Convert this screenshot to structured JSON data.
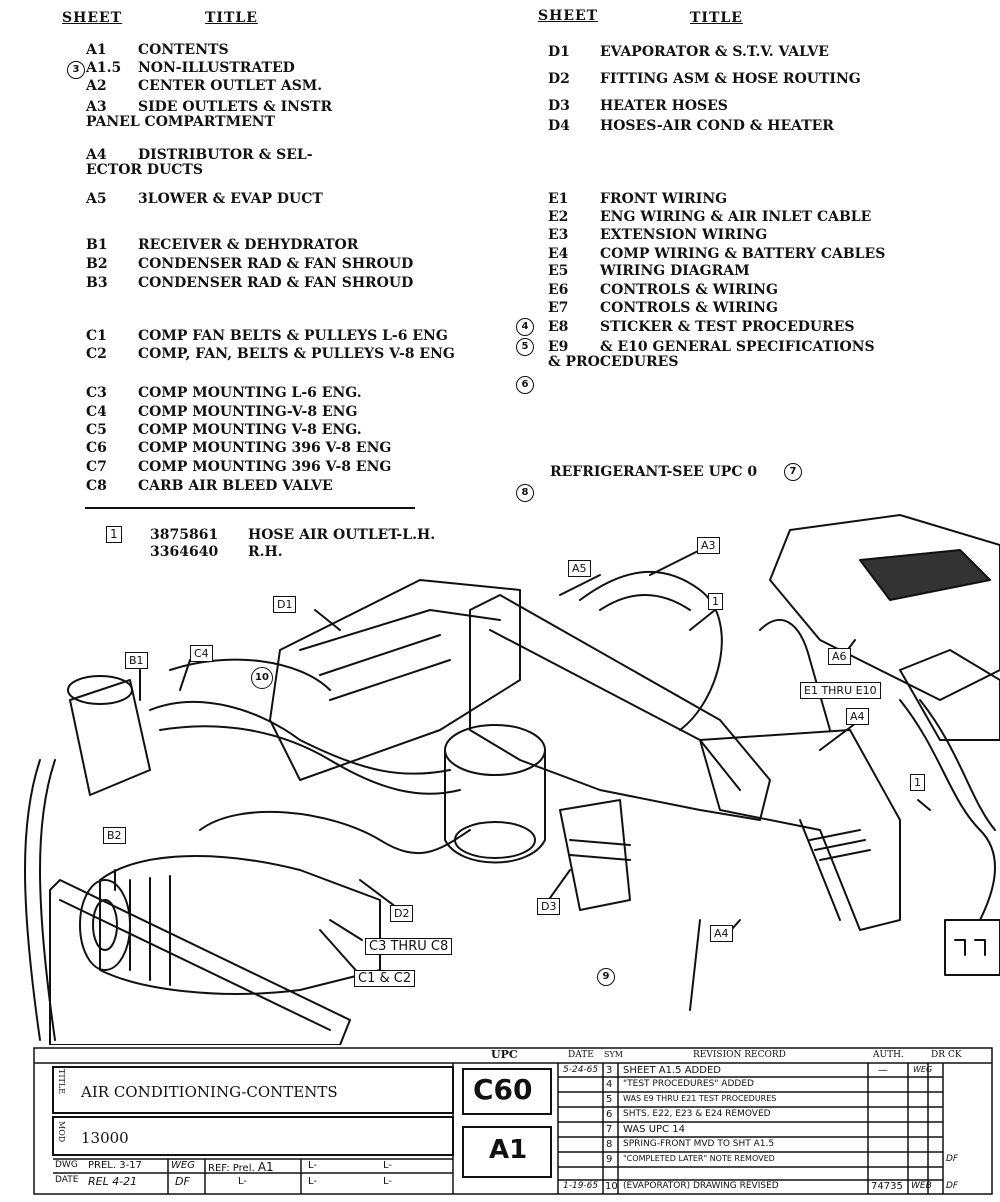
{
  "header": {
    "sheet": "SHEET",
    "title": "TITLE"
  },
  "left_list": [
    {
      "sheet": "A1",
      "title": "CONTENTS"
    },
    {
      "sheet": "A1.5",
      "title": "NON-ILLUSTRATED",
      "circle": "3"
    },
    {
      "sheet": "A2",
      "title": "CENTER OUTLET ASM."
    },
    {
      "sheet": "A3",
      "title": "SIDE OUTLETS & INSTR\nPANEL COMPARTMENT"
    },
    {
      "sheet": "A4",
      "title": "DISTRIBUTOR & SEL-\nECTOR DUCTS"
    },
    {
      "sheet": "A5",
      "title": "3LOWER & EVAP DUCT"
    },
    {
      "sheet": "B1",
      "title": "RECEIVER & DEHYDRATOR"
    },
    {
      "sheet": "B2",
      "title": "CONDENSER RAD & FAN SHROUD"
    },
    {
      "sheet": "B3",
      "title": "CONDENSER RAD & FAN SHROUD"
    },
    {
      "sheet": "C1",
      "title": "COMP FAN BELTS & PULLEYS L-6 ENG"
    },
    {
      "sheet": "C2",
      "title": "COMP, FAN, BELTS & PULLEYS V-8 ENG"
    },
    {
      "sheet": "C3",
      "title": "COMP MOUNTING L-6 ENG."
    },
    {
      "sheet": "C4",
      "title": "COMP MOUNTING-V-8 ENG"
    },
    {
      "sheet": "C5",
      "title": "COMP MOUNTING V-8 ENG."
    },
    {
      "sheet": "C6",
      "title": "COMP MOUNTING 396 V-8 ENG"
    },
    {
      "sheet": "C7",
      "title": "COMP MOUNTING 396 V-8 ENG"
    },
    {
      "sheet": "C8",
      "title": "CARB AIR BLEED VALVE"
    }
  ],
  "right_list": [
    {
      "sheet": "D1",
      "title": "EVAPORATOR & S.T.V. VALVE"
    },
    {
      "sheet": "D2",
      "title": "FITTING ASM & HOSE ROUTING"
    },
    {
      "sheet": "D3",
      "title": "HEATER HOSES"
    },
    {
      "sheet": "D4",
      "title": "HOSES-AIR COND & HEATER"
    },
    {
      "sheet": "E1",
      "title": "FRONT WIRING"
    },
    {
      "sheet": "E2",
      "title": "ENG WIRING & AIR INLET CABLE"
    },
    {
      "sheet": "E3",
      "title": "EXTENSION WIRING"
    },
    {
      "sheet": "E4",
      "title": "COMP WIRING & BATTERY CABLES"
    },
    {
      "sheet": "E5",
      "title": "WIRING DIAGRAM"
    },
    {
      "sheet": "E6",
      "title": "CONTROLS & WIRING"
    },
    {
      "sheet": "E7",
      "title": "CONTROLS & WIRING"
    },
    {
      "sheet": "E8",
      "title": "STICKER & TEST PROCEDURES",
      "circle": "4"
    },
    {
      "sheet": "E9",
      "title": "& E10 GENERAL SPECIFICATIONS\n& PROCEDURES",
      "circle": "5"
    }
  ],
  "circle6": "6",
  "circle8": "8",
  "refrigerant": {
    "text": "REFRIGERANT-SEE UPC 0",
    "circle": "7"
  },
  "parts": {
    "item": "1",
    "rows": [
      {
        "num": "3875861",
        "desc": "HOSE AIR OUTLET-L.H."
      },
      {
        "num": "3364640",
        "desc": "R.H."
      }
    ]
  },
  "callouts": {
    "a3": "A3",
    "a5": "A5",
    "d1": "D1",
    "b1": "B1",
    "c4": "C4",
    "one_top": "1",
    "a6": "A6",
    "e1_e10": "E1 THRU E10",
    "a4_top": "A4",
    "one_right": "1",
    "b2": "B2",
    "d2": "D2",
    "d3": "D3",
    "a4_bot": "A4",
    "c3_c8": "C3 THRU C8",
    "c1_c2": "C1 & C2",
    "circle10": "10",
    "circle9": "9"
  },
  "title_block": {
    "upc_label": "UPC",
    "upc": "C60",
    "sheet": "A1",
    "title_label": "TITLE",
    "title": "AIR CONDITIONING-CONTENTS",
    "mod_label": "MOD",
    "mod": "13000",
    "dwg_label": "DWG",
    "dwg": "PREL. 3-17",
    "dwg_by": "WEG",
    "date_label": "DATE",
    "date": "REL 4-21",
    "date_by": "DF",
    "ref_label": "REF: Prel.",
    "ref_sheet": "A1",
    "ref_l": "L-",
    "rev_headers": {
      "date": "DATE",
      "sym": "SYM",
      "record": "REVISION RECORD",
      "auth": "AUTH.",
      "dr": "DR",
      "ck": "CK"
    },
    "revisions": [
      {
        "date": "5-24-65",
        "sym": "3",
        "record": "SHEET A1.5 ADDED",
        "auth": "—",
        "dr": "WEG",
        "ck": ""
      },
      {
        "date": "",
        "sym": "4",
        "record": "\"TEST PROCEDURES\" ADDED",
        "auth": "",
        "dr": "",
        "ck": ""
      },
      {
        "date": "",
        "sym": "5",
        "record": "WAS E9 THRU E21 TEST PROCEDURES",
        "auth": "",
        "dr": "",
        "ck": ""
      },
      {
        "date": "",
        "sym": "6",
        "record": "SHTS. E22, E23 & E24 REMOVED",
        "auth": "",
        "dr": "",
        "ck": ""
      },
      {
        "date": "",
        "sym": "7",
        "record": "WAS UPC 14",
        "auth": "",
        "dr": "",
        "ck": ""
      },
      {
        "date": "",
        "sym": "8",
        "record": "SPRING-FRONT MVD TO SHT A1.5",
        "auth": "",
        "dr": "",
        "ck": ""
      },
      {
        "date": "",
        "sym": "9",
        "record": "\"COMPLETED LATER\" NOTE REMOVED",
        "auth": "",
        "dr": "",
        "ck": "DF"
      },
      {
        "date": "1-19-65",
        "sym": "10",
        "record": "(EVAPORATOR) DRAWING REVISED",
        "auth": "74735",
        "dr": "WEB",
        "ck": "DF"
      }
    ]
  }
}
